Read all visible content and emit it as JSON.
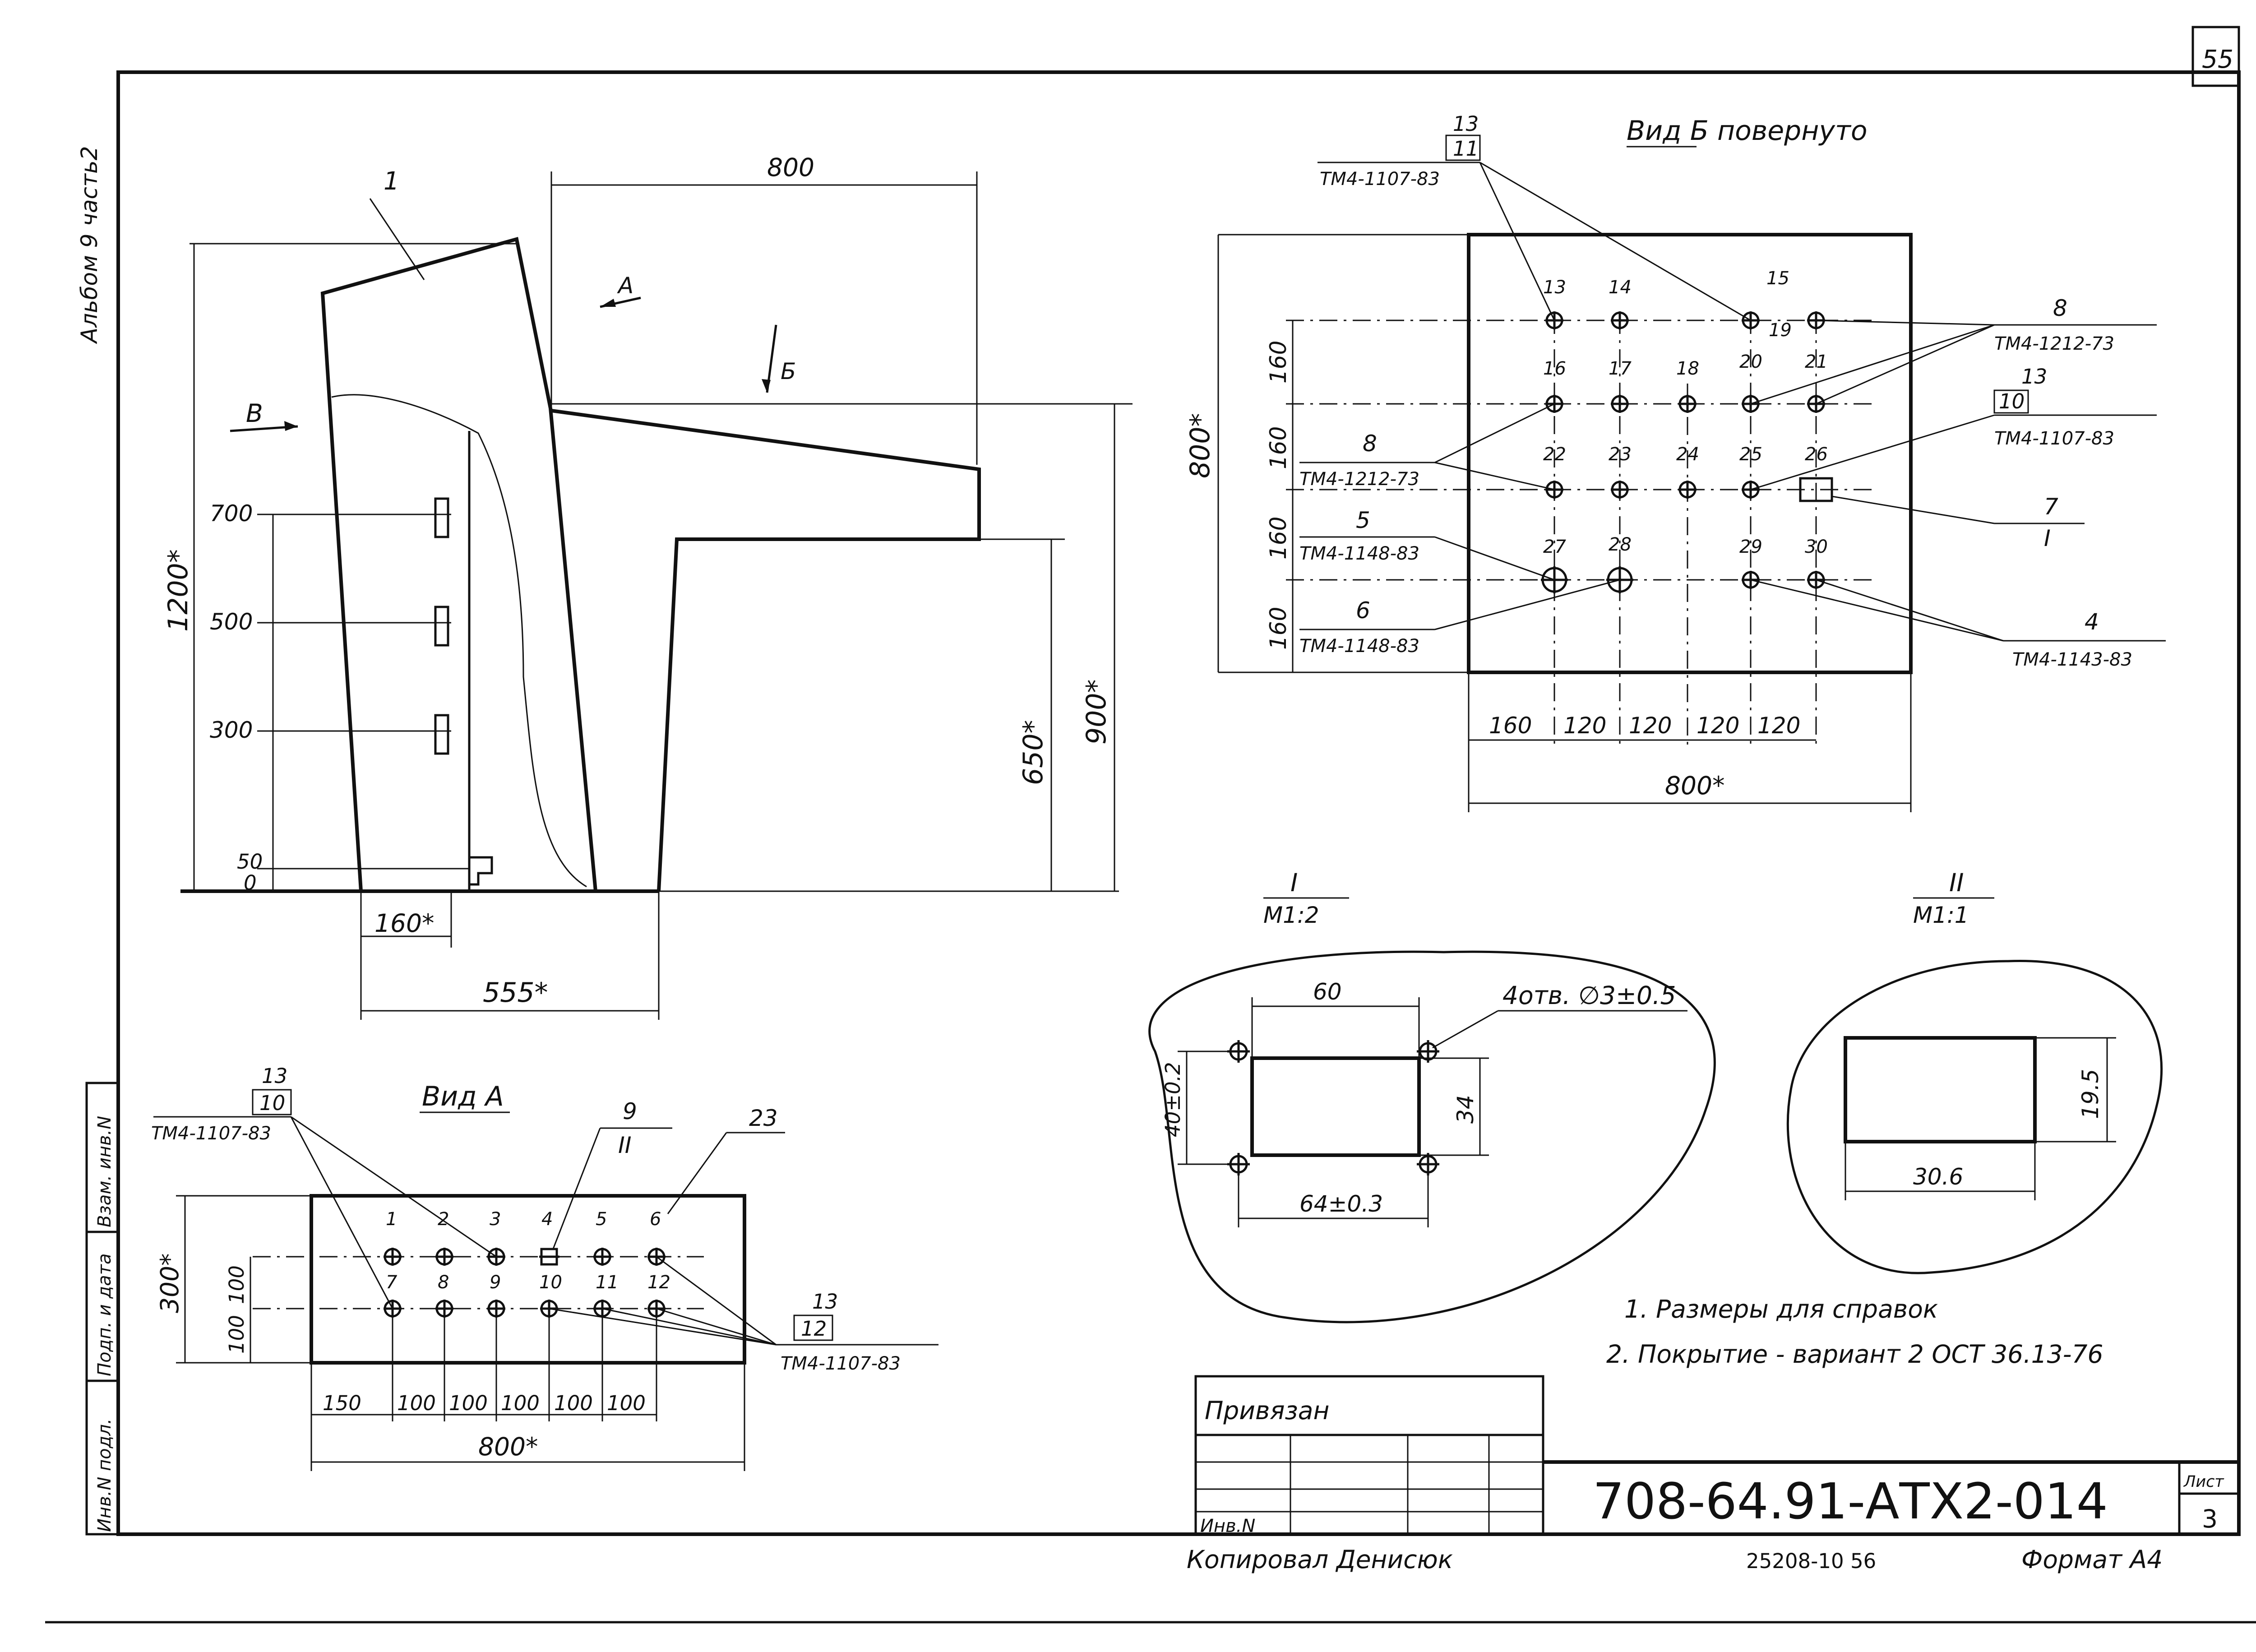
{
  "sheet": {
    "page_number": "55",
    "album_label": "Альбом 9 часть2",
    "document_code": "708-64.91-АТХ2-014",
    "list_label": "Лист",
    "list_number": "3",
    "privyazan": "Привязан",
    "inv_label": "Инв.N",
    "copied_by": "Копировал Денисюк",
    "order_number": "25208-10  56",
    "format": "Формат А4",
    "side_stamp": [
      "Инв.N подл.",
      "Подп. и дата",
      "Взам. инв.N"
    ]
  },
  "notes": [
    "1. Размеры для справок",
    "2. Покрытие - вариант 2  ОСТ 36.13-76"
  ],
  "main_view": {
    "item_label": "1",
    "view_arrows": [
      "А",
      "Б",
      "В"
    ],
    "dims": {
      "width_top": "800",
      "height_total": "1200*",
      "height_right": "900*",
      "height_table": "650*",
      "base_left": "160*",
      "base_total": "555*"
    },
    "levels": [
      "700",
      "500",
      "300",
      "50",
      "0"
    ]
  },
  "view_b": {
    "title": "Вид Б повернуто",
    "labels": [
      "13",
      "14",
      "15",
      "19",
      "16",
      "17",
      "18",
      "20",
      "21",
      "22",
      "23",
      "24",
      "25",
      "26",
      "27",
      "28",
      "29",
      "30"
    ],
    "dims_vertical": [
      "160",
      "160",
      "160",
      "160"
    ],
    "dim_height": "800*",
    "dims_horizontal": [
      "160",
      "120",
      "120",
      "120",
      "120"
    ],
    "dim_width": "800*",
    "callouts": {
      "c13_11": [
        "13",
        "11",
        "ТМ4-1107-83"
      ],
      "c8_right": [
        "8",
        "ТМ4-1212-73"
      ],
      "c13_10": [
        "13",
        "10",
        "ТМ4-1107-83"
      ],
      "c8_left": [
        "8",
        "ТМ4-1212-73"
      ],
      "c7": [
        "7",
        "I"
      ],
      "c5": [
        "5",
        "ТМ4-1148-83"
      ],
      "c6": [
        "6",
        "ТМ4-1148-83"
      ],
      "c4": [
        "4",
        "ТМ4-1143-83"
      ]
    }
  },
  "view_a": {
    "title": "Вид А",
    "labels_top": [
      "1",
      "2",
      "3",
      "4",
      "5",
      "6"
    ],
    "labels_bottom": [
      "7",
      "8",
      "9",
      "10",
      "11",
      "12"
    ],
    "dims_vertical": [
      "300*",
      "100",
      "100"
    ],
    "dims_horizontal": [
      "150",
      "100",
      "100",
      "100",
      "100",
      "100"
    ],
    "dim_width": "800*",
    "callouts": {
      "c13_10": [
        "13",
        "10",
        "ТМ4-1107-83"
      ],
      "c9": [
        "9",
        "II"
      ],
      "c23": [
        "23"
      ],
      "c13_12": [
        "13",
        "12",
        "ТМ4-1107-83"
      ]
    }
  },
  "detail_1": {
    "title": "I",
    "scale": "М1:2",
    "holes_note": "4отв. ∅3±0.5",
    "dims": {
      "width_in": "60",
      "height_out": "40±0.2",
      "height_in": "34",
      "width_out": "64±0.3"
    }
  },
  "detail_2": {
    "title": "II",
    "scale": "М1:1",
    "dims": {
      "width": "30.6",
      "height": "19.5"
    }
  }
}
